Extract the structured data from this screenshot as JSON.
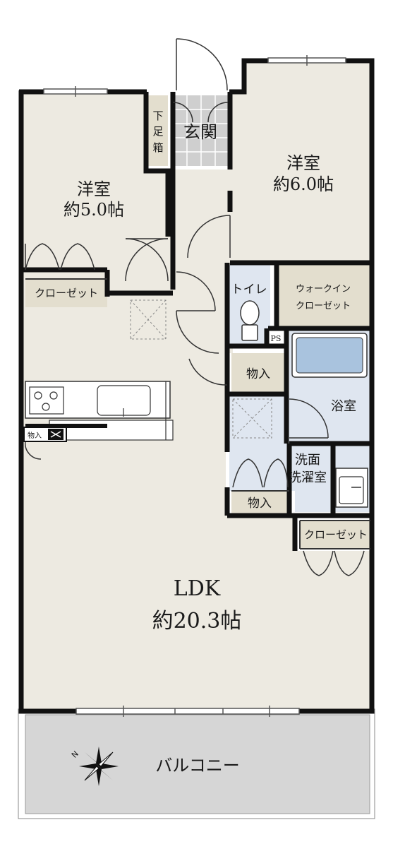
{
  "colors": {
    "floor": "#edeae1",
    "wet": "#dfe6f0",
    "storage": "#e3dece",
    "wall": "#111111",
    "balcony": "#d6d6d6",
    "tub": "#a9c3de",
    "entry_tile": "#cfcfcf"
  },
  "rooms": {
    "western_room_1": {
      "name": "洋室",
      "size": "約5.0帖"
    },
    "western_room_2": {
      "name": "洋室",
      "size": "約6.0帖"
    },
    "ldk": {
      "name": "LDK",
      "size": "約20.3帖"
    },
    "entrance": "玄関",
    "shoe_box": [
      "下",
      "足",
      "箱"
    ],
    "closet_1": "クローゼット",
    "closet_2": "クローゼット",
    "walk_in_closet": [
      "ウォークイン",
      "クローゼット"
    ],
    "toilet": "トイレ",
    "pipe_space": "PS",
    "storage_1": "物入",
    "storage_2": "物入",
    "storage_small": "物入",
    "bathroom": "浴室",
    "washroom": [
      "洗面",
      "洗濯室"
    ],
    "balcony": "バルコニー"
  },
  "compass": {
    "icon": "compass-north-star-icon",
    "label": "N"
  }
}
